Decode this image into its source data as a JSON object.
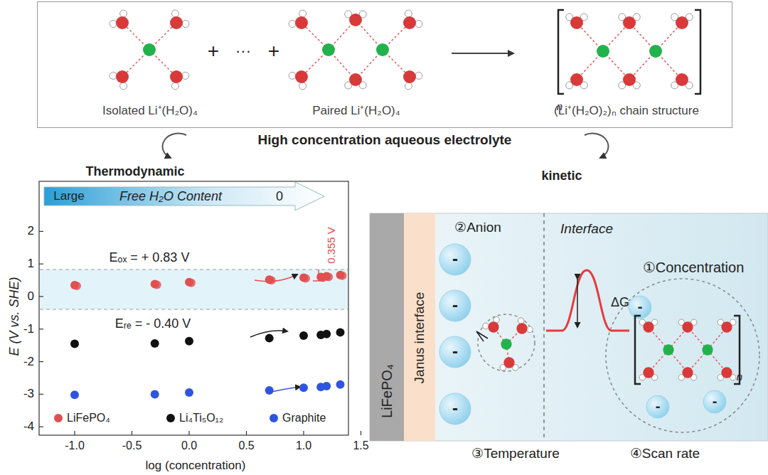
{
  "diagram": {
    "nodes": [
      {
        "text": [
          "Isolated Li⁺(H₂O)₄",
          "Paired Li⁺(H₂O)₄",
          "(Li⁺(H₂O)₂)ₙ chain structure"
        ]
      },
      {
        "text": [
          "LiFePO₄"
        ]
      },
      {
        "text": [
          "Janus interface"
        ]
      }
    ],
    "labels": [
      "+",
      "···",
      "+",
      "High concentration aqueous electrolyte",
      "Thermodynamic",
      "kinetic",
      "Large",
      "Free H₂O Content",
      "0",
      "Eₒₓ = + 0.83 V",
      "Eᵣₑ = - 0.40 V",
      "0.355 V",
      "E (V vs. SHE)",
      "log (concentration)",
      "2",
      "1",
      "0",
      "-1",
      "-2",
      "-3",
      "-4",
      "-1.0",
      "-0.5",
      "0.0",
      "0.5",
      "1.0",
      "1.5",
      "②Anion",
      "Interface",
      "ΔG",
      "①Concentration",
      "③Temperature",
      "④Scan rate",
      "-",
      "-",
      "-",
      "-",
      "-",
      "-",
      "-",
      "n",
      "n"
    ],
    "legend": [
      {
        "text": "LiFePO₄",
        "color": "#e05050"
      },
      {
        "text": "Li₄Ti₅O₁₂",
        "color": "#111111"
      },
      {
        "text": "Graphite",
        "color": "#2f55e0"
      }
    ]
  }
}
